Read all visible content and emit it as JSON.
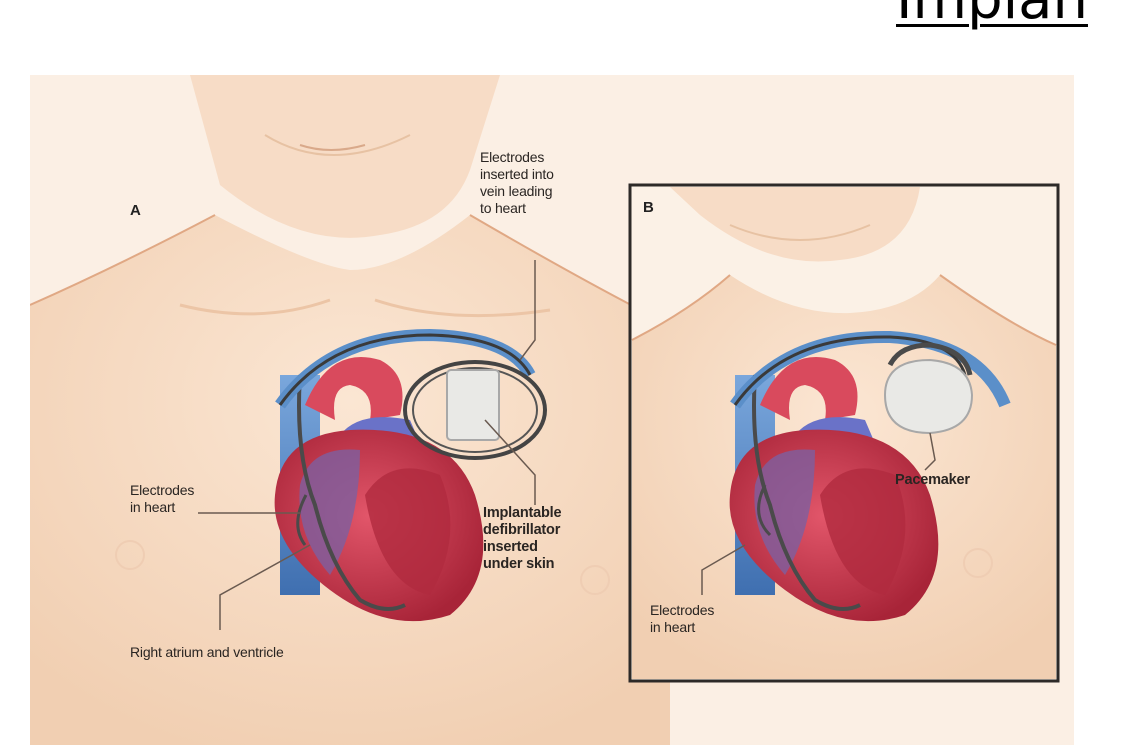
{
  "slide": {
    "title": "Implan"
  },
  "figure": {
    "panel_a": {
      "letter": "A",
      "labels": {
        "electrodes_vein": "Electrodes\ninserted into\nvein leading\nto heart",
        "electrodes_heart": "Electrodes\nin heart",
        "icd": "Implantable\ndefibrillator\ninserted\nunder skin",
        "atrium": "Right atrium and ventricle"
      }
    },
    "panel_b": {
      "letter": "B",
      "labels": {
        "pacemaker": "Pacemaker",
        "electrodes_heart": "Electrodes\nin heart"
      }
    },
    "colors": {
      "skin": "#f6dcc4",
      "background": "#fbeee2",
      "heart": "#c8384c",
      "vein": "#5b8fc9",
      "device": "#e9e9e6"
    }
  }
}
